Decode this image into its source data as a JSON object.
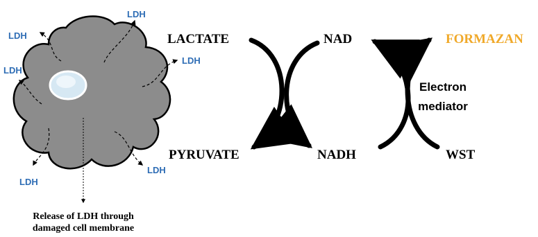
{
  "cell": {
    "ldh_labels": [
      "LDH",
      "LDH",
      "LDH",
      "LDH",
      "LDH",
      "LDH"
    ],
    "caption_line1": "Release of LDH through",
    "caption_line2": "damaged cell membrane"
  },
  "reaction": {
    "lactate": "LACTATE",
    "pyruvate": "PYRUVATE",
    "nad": "NAD",
    "nadh": "NADH",
    "formazan": "FORMAZAN",
    "wst": "WST",
    "mediator_line1": "Electron",
    "mediator_line2": "mediator"
  },
  "colors": {
    "cell_fill": "#8c8c8c",
    "ldh_text": "#2e6db5",
    "formazan_text": "#f0a92a",
    "arrow": "#000000"
  }
}
